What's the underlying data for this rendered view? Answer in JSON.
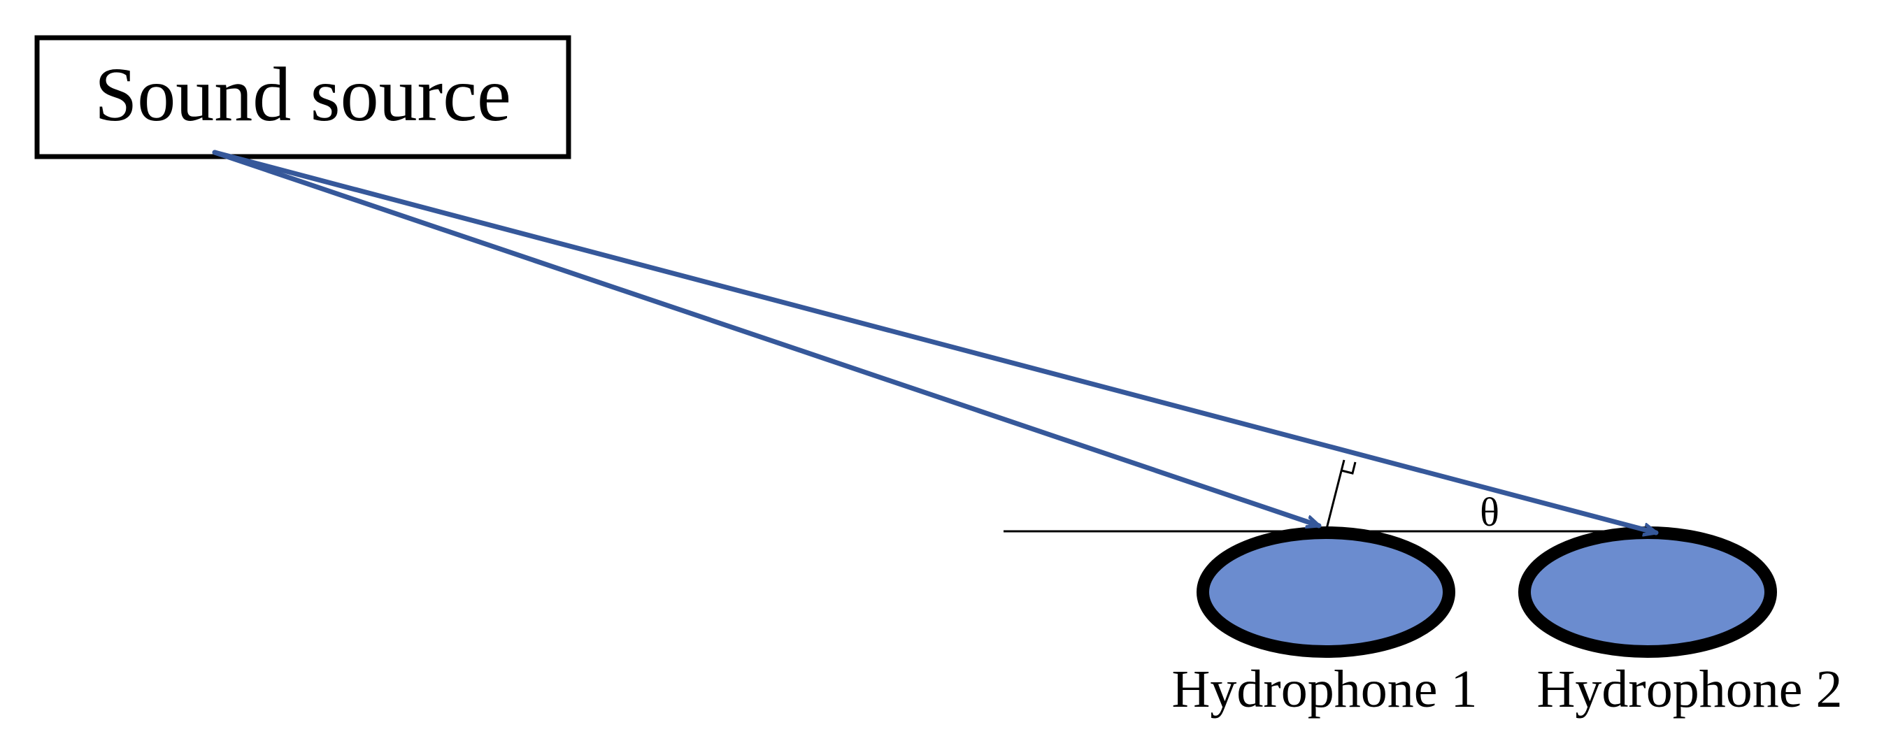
{
  "diagram": {
    "source_label": "Sound source",
    "angle_label": "θ",
    "hydrophones": [
      {
        "label": "Hydrophone 1"
      },
      {
        "label": "Hydrophone 2"
      }
    ]
  },
  "colors": {
    "ray": "#36589a",
    "hydrophone_fill": "#6b8ccf",
    "outline": "#000000",
    "baseline": "#000000"
  }
}
